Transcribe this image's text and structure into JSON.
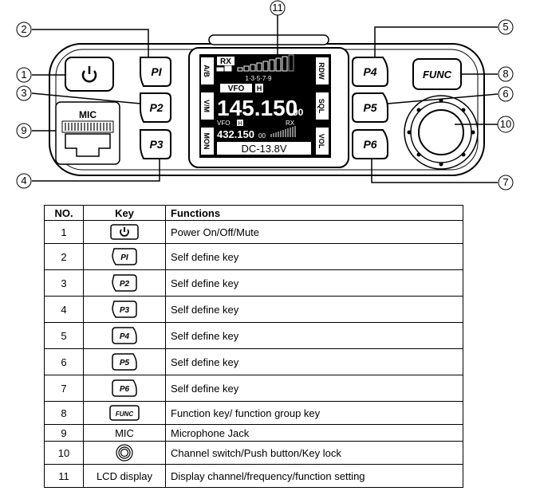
{
  "callouts": [
    "1",
    "2",
    "3",
    "4",
    "5",
    "6",
    "7",
    "8",
    "9",
    "10",
    "11"
  ],
  "panel": {
    "mic_label": "MIC",
    "keys": {
      "p1": "PI",
      "p2": "P2",
      "p3": "P3",
      "p4": "P4",
      "p5": "P5",
      "p6": "P6",
      "func": "FUNC"
    }
  },
  "lcd": {
    "rx": "RX",
    "left_labels": [
      "A/B",
      "V/M",
      "MON"
    ],
    "right_labels": [
      "RDW",
      "SQL",
      "VOL"
    ],
    "scale": "1·3·5·7·9",
    "mode_top": "VFO",
    "mode_top_badge": "H",
    "main_freq": "145.150",
    "main_freq_small": "00",
    "mode_bottom": "VFO",
    "mode_bottom_badge": "H",
    "rx_badge": "RX",
    "sub_freq": "432.150",
    "sub_freq_small": "00",
    "voltage": "DC-13.8V"
  },
  "table": {
    "headers": [
      "NO.",
      "Key",
      "Functions"
    ],
    "rows": [
      {
        "no": "1",
        "key_icon": "power-icon",
        "key_text": "",
        "function": "Power On/Off/Mute"
      },
      {
        "no": "2",
        "key_icon": "p1-key-icon",
        "key_text": "PI",
        "function": "Self define key"
      },
      {
        "no": "3",
        "key_icon": "p2-key-icon",
        "key_text": "P2",
        "function": "Self define key"
      },
      {
        "no": "4",
        "key_icon": "p3-key-icon",
        "key_text": "P3",
        "function": "Self define key"
      },
      {
        "no": "5",
        "key_icon": "p4-key-icon",
        "key_text": "P4",
        "function": "Self define key"
      },
      {
        "no": "6",
        "key_icon": "p5-key-icon",
        "key_text": "P5",
        "function": "Self define key"
      },
      {
        "no": "7",
        "key_icon": "p6-key-icon",
        "key_text": "P6",
        "function": "Self define key"
      },
      {
        "no": "8",
        "key_icon": "func-key-icon",
        "key_text": "FUNC",
        "function": "Function key/ function group key"
      },
      {
        "no": "9",
        "key_icon": "",
        "key_text": "MIC",
        "function": "Microphone Jack"
      },
      {
        "no": "10",
        "key_icon": "knob-icon",
        "key_text": "",
        "function": "Channel switch/Push button/Key lock"
      },
      {
        "no": "11",
        "key_icon": "",
        "key_text": "LCD display",
        "function": "Display channel/frequency/function setting"
      }
    ]
  }
}
